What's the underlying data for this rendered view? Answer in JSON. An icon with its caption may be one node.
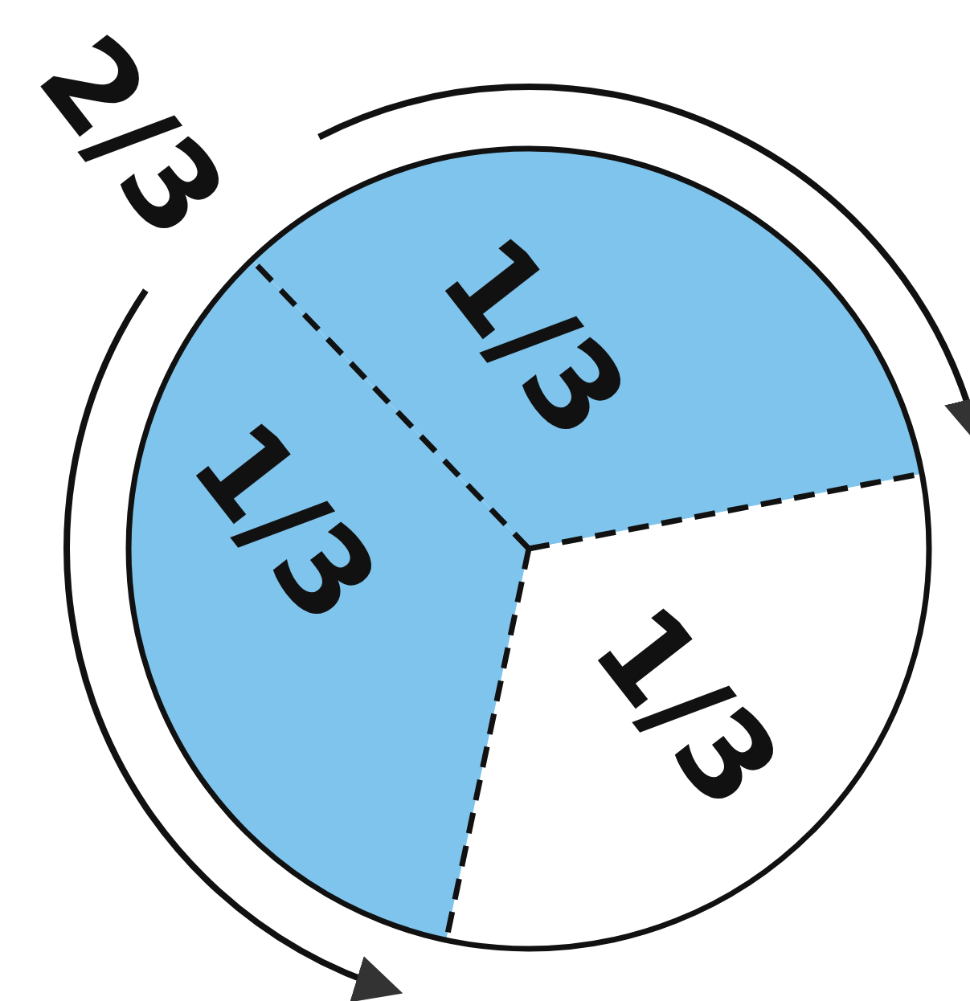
{
  "diagram": {
    "nodes": [
      {
        "text": [
          "1/3"
        ]
      },
      {
        "text": [
          "1/3"
        ]
      },
      {
        "text": [
          "1/3"
        ]
      }
    ],
    "labels": [
      "2/3"
    ]
  }
}
